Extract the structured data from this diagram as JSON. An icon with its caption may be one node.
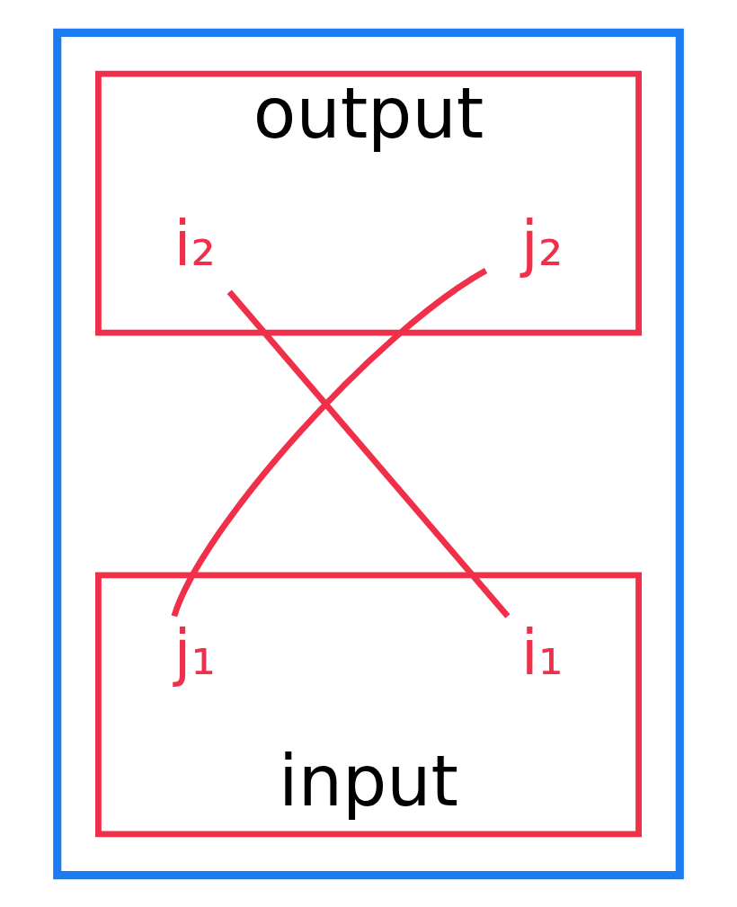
{
  "diagram": {
    "nodes": [
      {
        "text": [],
        "shape": "box"
      },
      {
        "text": [
          "output"
        ],
        "in": 0
      },
      {
        "text": [
          "i₂"
        ],
        "in": 1
      },
      {
        "text": [
          "j₂"
        ],
        "in": 1
      },
      {
        "text": [
          "input"
        ],
        "in": 0
      },
      {
        "text": [
          "j₁"
        ],
        "in": 4
      },
      {
        "text": [
          "i₁"
        ],
        "in": 4
      }
    ],
    "edges": [
      {
        "from": 2,
        "to": 6,
        "arrow": "none"
      },
      {
        "from": 5,
        "to": 3,
        "arrow": "none"
      }
    ]
  }
}
